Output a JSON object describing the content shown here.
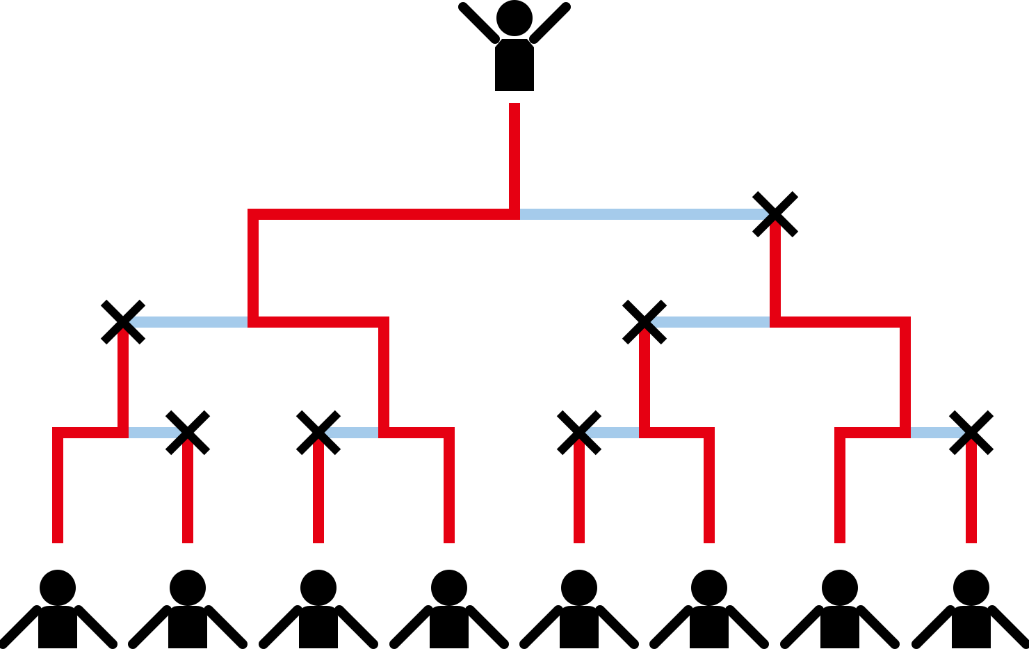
{
  "colors": {
    "winner_path": "#e60012",
    "eliminated_path": "#a5cbeb",
    "figure": "#000000",
    "background": "#ffffff"
  },
  "icons": {
    "winner": "person-arms-raised-icon",
    "competitor": "person-arms-down-icon",
    "eliminated": "x-mark-icon"
  },
  "bracket": {
    "competitors": 8,
    "rounds": 3,
    "eliminations": 7
  }
}
